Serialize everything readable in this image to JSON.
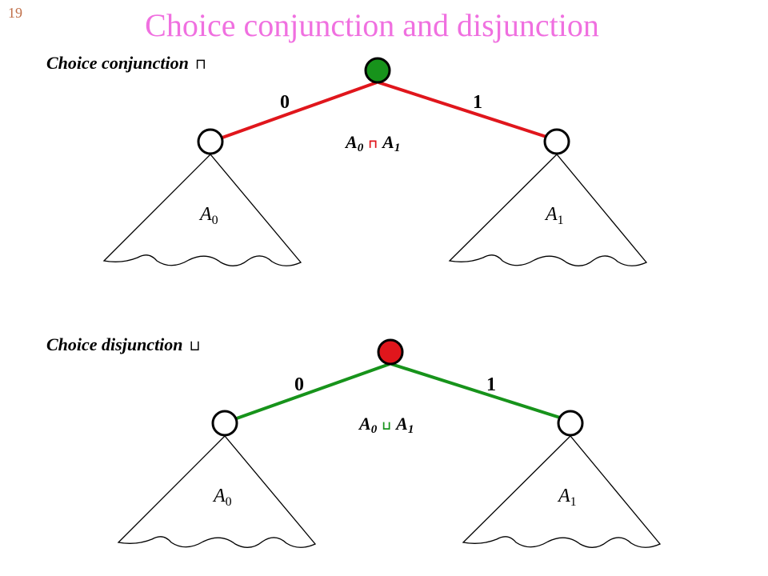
{
  "slide_number": "19",
  "title": "Choice conjunction and disjunction",
  "colors": {
    "title": "#f070e0",
    "red": "#e0161c",
    "green": "#17931b",
    "slide_number": "#c0704a"
  },
  "conjunction": {
    "label": "Choice conjunction",
    "symbol": "⊓",
    "root_color": "green",
    "edge_color": "red",
    "edge_labels": [
      "0",
      "1"
    ],
    "expr": {
      "left": "A",
      "left_sub": "0",
      "op": "⊓",
      "right": "A",
      "right_sub": "1"
    },
    "subtrees": [
      {
        "label": "A",
        "sub": "0"
      },
      {
        "label": "A",
        "sub": "1"
      }
    ]
  },
  "disjunction": {
    "label": "Choice disjunction",
    "symbol": "⊔",
    "root_color": "red",
    "edge_color": "green",
    "edge_labels": [
      "0",
      "1"
    ],
    "expr": {
      "left": "A",
      "left_sub": "0",
      "op": "⊔",
      "right": "A",
      "right_sub": "1"
    },
    "subtrees": [
      {
        "label": "A",
        "sub": "0"
      },
      {
        "label": "A",
        "sub": "1"
      }
    ]
  }
}
